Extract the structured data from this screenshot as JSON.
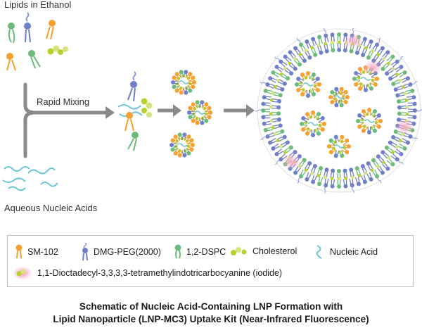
{
  "labels": {
    "lipids": "Lipids in Ethanol",
    "rapid_mixing": "Rapid Mixing",
    "aqueous": "Aqueous Nucleic Acids"
  },
  "legend": {
    "sm102": "SM-102",
    "dmgpeg": "DMG-PEG(2000)",
    "dspc": "1,2-DSPC",
    "cholesterol": "Cholesterol",
    "nucleic_acid": "Nucleic Acid",
    "dye": "1,1-Dioctadecyl-3,3,3,3-tetramethylindotricarbocyanine (iodide)"
  },
  "caption": {
    "line1": "Schematic of Nucleic Acid-Containing LNP Formation with",
    "line2": "Lipid Nanoparticle (LNP-MC3) Uptake Kit (Near-Infrared Fluorescence)"
  },
  "colors": {
    "sm102": "#f5a030",
    "dmgpeg": "#6f7fc8",
    "dspc": "#6dbb7a",
    "cholesterol": "#b6d12c",
    "nucleic_acid": "#6cc6d6",
    "dye": "#f08ab0",
    "arrow": "#8a8a8a"
  }
}
